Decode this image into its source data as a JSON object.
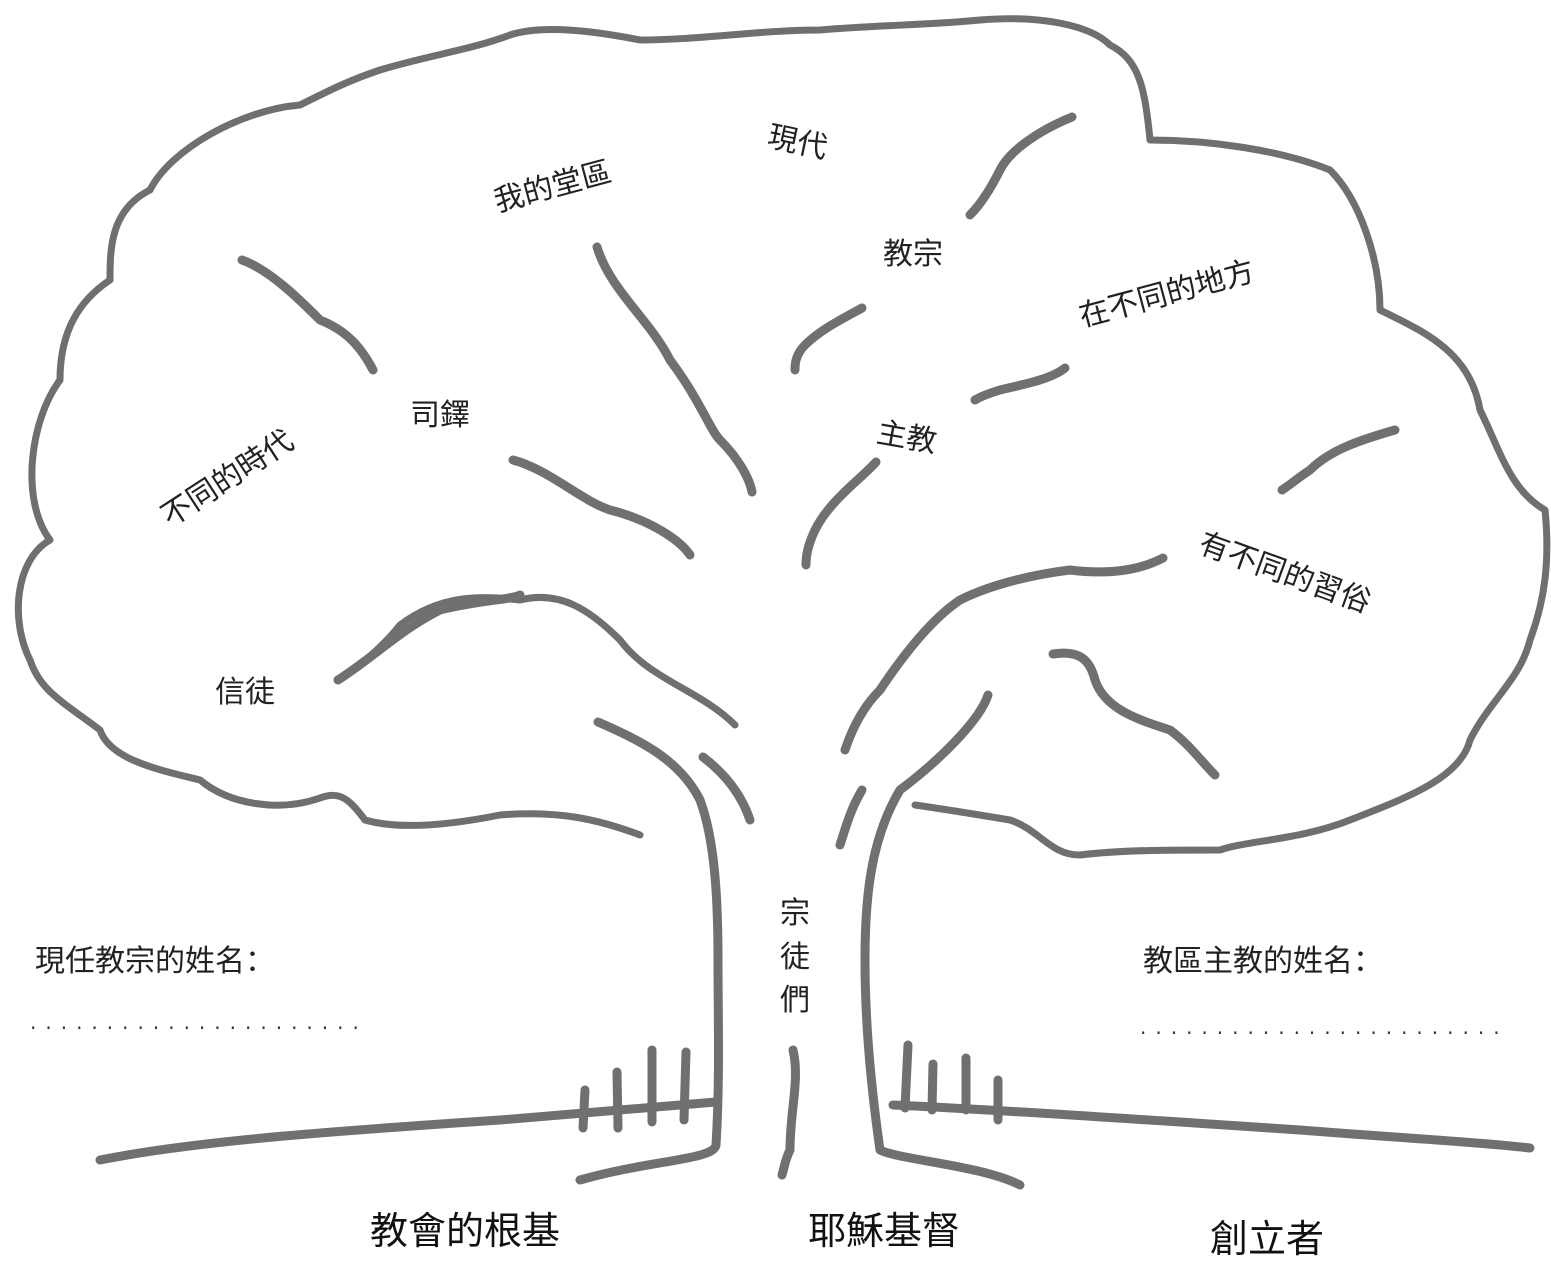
{
  "labels": {
    "modern": "現代",
    "my_parish": "我的堂區",
    "pope": "教宗",
    "different_places": "在不同的地方",
    "deacon": "司鐸",
    "bishop": "主教",
    "different_eras": "不同的時代",
    "different_customs": "有不同的習俗",
    "faithful": "信徒",
    "apostles": "宗徒們"
  },
  "form": {
    "pope_name_label": "現任教宗的姓名：",
    "pope_name_blank": "......................",
    "bishop_name_label": "教區主教的姓名：",
    "bishop_name_blank": "........................"
  },
  "footer": {
    "foundation": "教會的根基",
    "jesus": "耶穌基督",
    "founder": "創立者"
  }
}
